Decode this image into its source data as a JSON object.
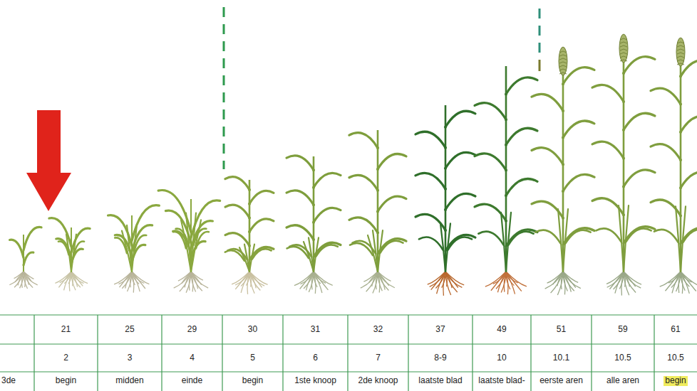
{
  "diagram": {
    "labels": [
      "21",
      "25",
      "29",
      "30",
      "31",
      "32",
      "37",
      "49",
      "51",
      "59",
      "61",
      "2",
      "3",
      "4",
      "5",
      "6",
      "7",
      "8-9",
      "10",
      "10.1",
      "10.5",
      "10.5",
      "3de",
      "begin",
      "midden",
      "einde",
      "begin",
      "1ste knoop",
      "2de knoop",
      "laatste blad",
      "laatste blad-",
      "eerste aren",
      "alle aren",
      "begin"
    ]
  }
}
